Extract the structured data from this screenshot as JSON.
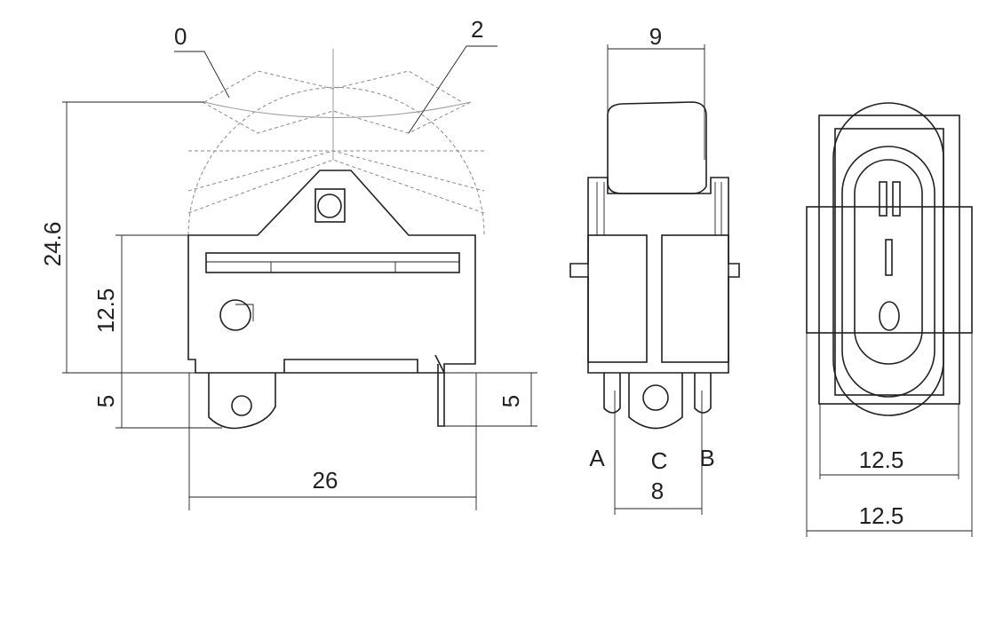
{
  "side_view": {
    "position_labels": [
      "0",
      "2"
    ],
    "dim_height_total": "24.6",
    "dim_height_body": "12.5",
    "dim_terminal_left": "5",
    "dim_terminal_right": "5",
    "dim_width": "26"
  },
  "front_view": {
    "dim_top_width": "9",
    "terminal_labels": [
      "A",
      "C",
      "B"
    ],
    "dim_pitch": "8"
  },
  "top_view": {
    "dim_inner_width": "12.5",
    "dim_outer_width": "12.5"
  },
  "colors": {
    "line": "#231f20",
    "ghost": "#999999"
  }
}
